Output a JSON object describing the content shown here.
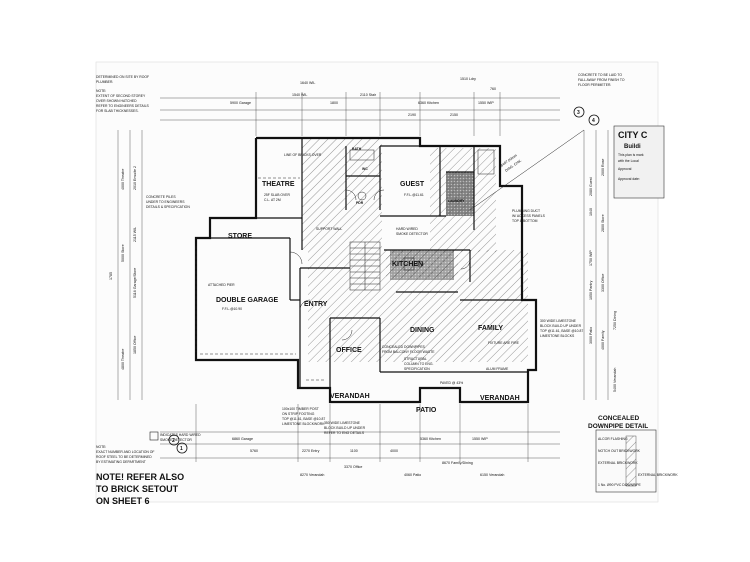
{
  "rooms": {
    "theatre": "THEATRE",
    "guest": "GUEST",
    "store": "STORE",
    "double_garage": "DOUBLE GARAGE",
    "entry": "ENTRY",
    "kitchen": "KITCHEN",
    "office": "OFFICE",
    "dining": "DINING",
    "family": "FAMILY",
    "verandah_left": "VERANDAH",
    "verandah_right": "VERANDAH",
    "patio": "PATIO",
    "bath": "BATH",
    "wc": "WC",
    "pdr": "PDR",
    "laundry": "LAUNDRY"
  },
  "top_dims": [
    "5900 Garage",
    "1540 WIL",
    "1800",
    "2110 Stair",
    "6360 Kitchen",
    "1550 WIP",
    "2150",
    "2190",
    "760",
    "1640 WIL",
    "1510 Ldry"
  ],
  "bottom_dims": [
    "6860 Garage",
    "2270 Entry",
    "3370 Office",
    "4060 Patio",
    "5760",
    "1100",
    "4000",
    "5360 Kitchen",
    "1550 WIP",
    "8670 Family/Dining",
    "6150 Verandah",
    "8270 Verandah"
  ],
  "left_dims": [
    "4000 Theatre",
    "2010 Ensuite 2",
    "2115 WIL",
    "5000 Store",
    "1785",
    "5116 Garage/Store",
    "4800 Theatre",
    "1850 Office"
  ],
  "right_dims": [
    "2080 Guest",
    "2000 Rose",
    "1040",
    "2800 Store",
    "1750 WIP",
    "3300 Office",
    "3000 Patio",
    "5400 Verandah",
    "4000 Family",
    "7250 Dining",
    "1050 Pantry"
  ],
  "notes": {
    "top_left": [
      "DETERMINED ON SITE BY ROOF",
      "PLUMBER.",
      "NOTE:",
      "EXTENT OF SECOND STOREY",
      "OVER SHOWN HATCHED",
      "REFER TO ENGINEERS DETAILS",
      "FOR SLAB THICKNESSES."
    ],
    "top_right": [
      "CONCRETE TO BE LAID TO",
      "FALL AWAY FROM FINISH TO",
      "FLOOR PERIMETER."
    ],
    "legend": [
      "INDICATES HARD WIRED",
      "SMOKE DETECTOR"
    ],
    "exact_number": [
      "NOTE:",
      "EXACT NUMBER AND LOCATION OF",
      "ROOF STEEL TO BE DETERMINED",
      "BY ESTIMATING DEPARTMENT"
    ],
    "ref_brick": [
      "NOTE! REFER ALSO",
      "TO BRICK SETOUT",
      "ON SHEET 6"
    ],
    "downpipe": [
      "CONCEALED",
      "DOWNPIPE DETAIL"
    ],
    "stamp": [
      "CITY C",
      "Buildi",
      "This plan is mark",
      "with the Local",
      "Approval",
      "Approval date:"
    ],
    "angle_dim": [
      "28467.00mm",
      "DIAG. CHK."
    ],
    "limestone_right": [
      "300 WIDE LIMESTONE",
      "BLOCK BUILD UP UNDER",
      "TOP @11.61, BASE @10.87",
      "LIMESTONE BLOCKS"
    ],
    "limestone_bottom": [
      "350 WIDE LIMESTONE",
      "BLOCK BUILD UP UNDER",
      "REFER TO ENG DETAILS"
    ],
    "timber_post": [
      "100x100 TIMBER POST",
      "ON STRIP FOOTING",
      "TOP @11.61, BASE @10.87",
      "LIMESTONE BLOCKWORK"
    ],
    "slab_tags": [
      "25F SLAB OVER",
      "C.L. AT 2M",
      "F.F.L.@11.61",
      "PAVED @ 43%",
      "F.F.L.@10.90"
    ],
    "details": [
      "ALCOR FLASHING",
      "NOTCH OUT BRICKWORK",
      "EXTERNAL BRICKWORK",
      "EXTERNAL BRICKWORK",
      "1 No. Ø90 PVC DOWNPIPE"
    ],
    "misc": [
      "CONCRETE PILES",
      "UNDER TO ENGINEERS",
      "DETAILS & SPECIFICATION",
      "PLUMBING DUCT",
      "W/ ACCESS PANELS",
      "TOP & BOTTOM",
      "LINE OF BRICKS OVER",
      "HARD WIRED",
      "SMOKE DETECTOR",
      "SUPPORT WALL",
      "ATTACHED PIER",
      "CONCEALED DOWNPIPES",
      "FROM BALCONY FLOOR WASTE",
      "STRUCTURAL",
      "COLUMN TO ENG.",
      "SPECIFICATION",
      "FIXTURE ARE FIRE",
      "ALUM FRAME"
    ]
  },
  "markers": {
    "top": [
      "3",
      "4"
    ],
    "bottom": [
      "2",
      "1"
    ]
  }
}
